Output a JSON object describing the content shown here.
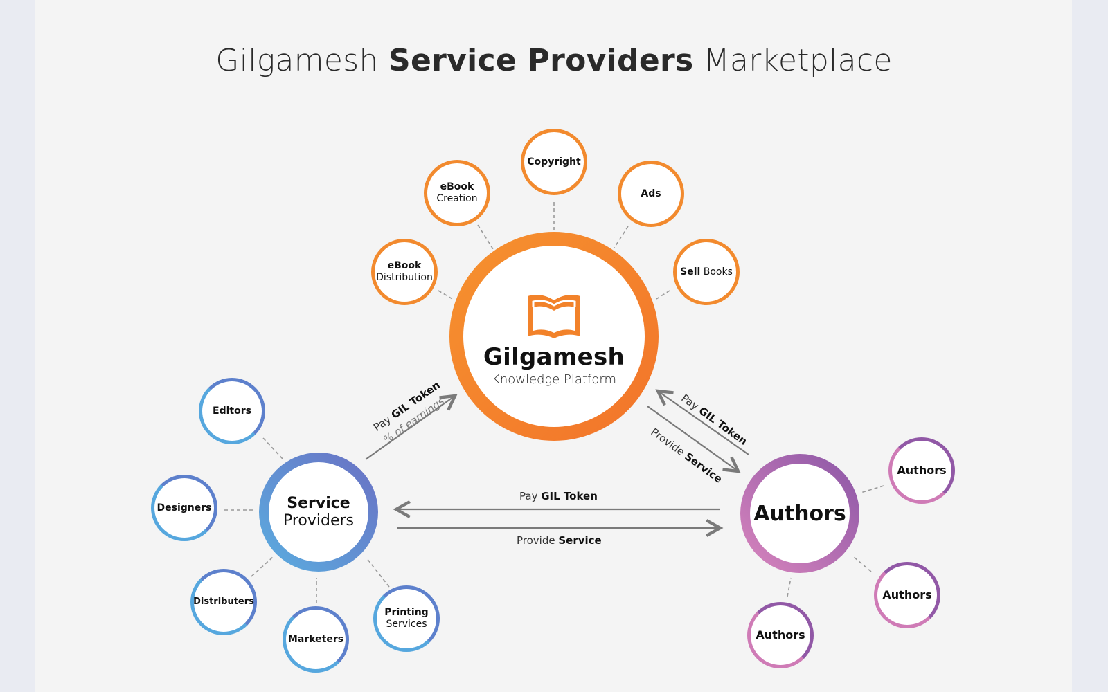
{
  "title": {
    "pre": "Gilgamesh",
    "bold": "Service Providers",
    "post": "Marketplace"
  },
  "hub": {
    "name": "Gilgamesh",
    "subtitle": "Knowledge Platform",
    "icon": "open-book-icon",
    "colors": {
      "from": "#f6922f",
      "to": "#f2742a"
    }
  },
  "platform_services": [
    {
      "bold": "eBook",
      "light": "Distribution"
    },
    {
      "bold": "eBook",
      "light": "Creation"
    },
    {
      "bold": "Copyright",
      "light": ""
    },
    {
      "bold": "Ads",
      "light": ""
    },
    {
      "bold": "Sell",
      "light": "Books"
    }
  ],
  "service_providers": {
    "line1": "Service",
    "line2": "Providers",
    "colors": {
      "from": "#5aaee0",
      "to": "#6a6fc3"
    },
    "members": [
      {
        "bold": "Editors",
        "light": ""
      },
      {
        "bold": "Designers",
        "light": ""
      },
      {
        "bold": "Distributers",
        "light": ""
      },
      {
        "bold": "Marketers",
        "light": ""
      },
      {
        "bold": "Printing",
        "light": "Services"
      }
    ]
  },
  "authors": {
    "name": "Authors",
    "colors": {
      "from": "#d985bd",
      "to": "#8a56a6"
    },
    "members": [
      "Authors",
      "Authors",
      "Authors"
    ]
  },
  "flows": {
    "sp_to_hub": {
      "pay": "Pay",
      "token": "GIL Token",
      "note": "% of earnings"
    },
    "authors_to_hub": {
      "pay": "Pay",
      "token": "GIL Token"
    },
    "hub_to_authors": {
      "verb": "Provide",
      "what": "Service"
    },
    "authors_to_sp": {
      "pay": "Pay",
      "token": "GIL Token"
    },
    "sp_to_authors": {
      "verb": "Provide",
      "what": "Service"
    }
  }
}
